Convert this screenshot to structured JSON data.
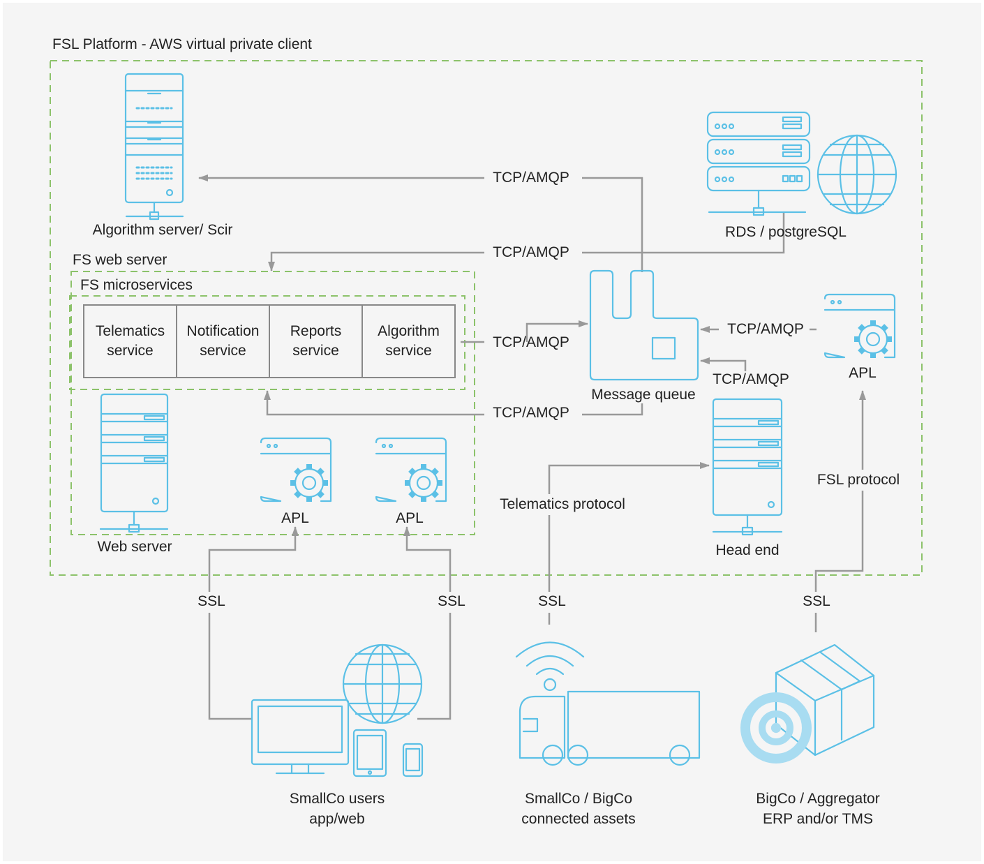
{
  "zones": {
    "platform": "FSL Platform - AWS virtual private client",
    "web_server_group": "FS web server",
    "microservices_group": "FS microservices"
  },
  "services": [
    {
      "line1": "Telematics",
      "line2": "service"
    },
    {
      "line1": "Notification",
      "line2": "service"
    },
    {
      "line1": "Reports",
      "line2": "service"
    },
    {
      "line1": "Algorithm",
      "line2": "service"
    }
  ],
  "nodes": {
    "algorithm_server": "Algorithm server/ Scir",
    "rds": "RDS / postgreSQL",
    "message_queue": "Message queue",
    "apl_right": "APL",
    "web_server": "Web server",
    "apl_left": "APL",
    "apl_middle": "APL",
    "head_end": "Head end",
    "users_line1": "SmallCo users",
    "users_line2": "app/web",
    "assets_line1": "SmallCo / BigCo",
    "assets_line2": "connected assets",
    "erp_line1": "BigCo / Aggregator",
    "erp_line2": "ERP and/or TMS"
  },
  "edges": {
    "mq_to_algo_server": "TCP/AMQP",
    "rds_to_web_server": "TCP/AMQP",
    "services_to_mq": "TCP/AMQP",
    "mq_to_services": "TCP/AMQP",
    "apl_to_mq": "TCP/AMQP",
    "head_end_to_mq": "TCP/AMQP",
    "telematics_protocol": "Telematics protocol",
    "fsl_protocol": "FSL protocol",
    "ssl_users_left": "SSL",
    "ssl_users_right": "SSL",
    "ssl_assets": "SSL",
    "ssl_erp": "SSL"
  },
  "colors": {
    "background": "#f5f5f5",
    "boundary_dash": "#8cc26a",
    "icon_stroke": "#5bc0e6",
    "connector": "#999999",
    "text": "#222222"
  }
}
